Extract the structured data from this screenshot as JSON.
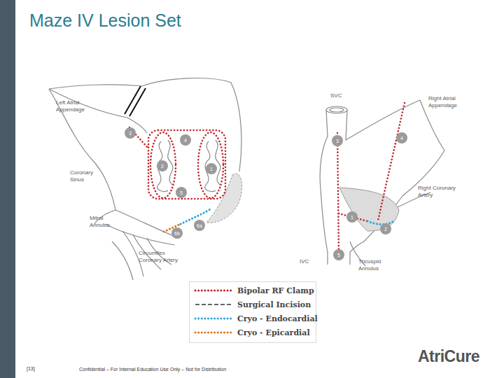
{
  "diagram": {
    "title": "Maze IV Lesion Set",
    "nodes": [
      {
        "text": [
          "3"
        ]
      },
      {
        "text": [
          "4"
        ]
      },
      {
        "text": [
          "2"
        ]
      },
      {
        "text": [
          "1"
        ]
      },
      {
        "text": [
          "5"
        ]
      },
      {
        "text": [
          "6a"
        ]
      },
      {
        "text": [
          "6b"
        ]
      },
      {
        "text": [
          "3"
        ]
      },
      {
        "text": [
          "4"
        ]
      },
      {
        "text": [
          "1"
        ]
      },
      {
        "text": [
          "2"
        ]
      },
      {
        "text": [
          "5"
        ]
      }
    ],
    "labels": [
      "Left Atrial Appendage",
      "Coronary Sinus",
      "Mitral Annulus",
      "Circumflex Coronary Artery",
      "SVC",
      "Right Atrial Appendage",
      "Right Coronary Artery",
      "IVC",
      "Tricuspid Annulus",
      "[13]",
      "Confidential – For Internal Education Use Only – Not for Distribution",
      "AtriCure"
    ],
    "legend": [
      {
        "text": "Bipolar RF Clamp"
      },
      {
        "text": "Surgical Incision"
      },
      {
        "text": "Cryo - Endocardial"
      },
      {
        "text": "Cryo - Epicardial"
      }
    ]
  }
}
